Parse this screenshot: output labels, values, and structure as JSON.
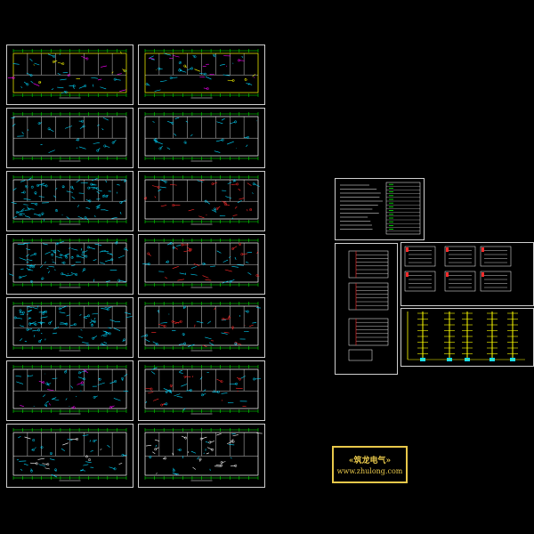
{
  "drawing": {
    "background": "#000000",
    "frame_color": "#cfcfcf",
    "colors": {
      "wall": "#00d8ff",
      "dimension": "#00ff00",
      "fixture": "#ff2a2a",
      "highlight": "#ffff00",
      "accent": "#ff00ff",
      "text": "#ffffff"
    }
  },
  "watermark": {
    "title": "«筑龙电气»",
    "url": "www.zhulong.com",
    "color": "#e8c84a"
  },
  "sheets": {
    "floor_plans_left": [
      {
        "name": "plan-sheet-1",
        "style": "colored"
      },
      {
        "name": "plan-sheet-2",
        "style": "sparse"
      },
      {
        "name": "plan-sheet-3",
        "style": "dense"
      },
      {
        "name": "plan-sheet-4",
        "style": "dense"
      },
      {
        "name": "plan-sheet-5",
        "style": "dense"
      },
      {
        "name": "plan-sheet-6",
        "style": "mixed"
      },
      {
        "name": "plan-sheet-7",
        "style": "roof"
      }
    ],
    "floor_plans_right": [
      {
        "name": "plan-sheet-8",
        "style": "colored"
      },
      {
        "name": "plan-sheet-9",
        "style": "sparse"
      },
      {
        "name": "plan-sheet-10",
        "style": "red"
      },
      {
        "name": "plan-sheet-11",
        "style": "red"
      },
      {
        "name": "plan-sheet-12",
        "style": "red"
      },
      {
        "name": "plan-sheet-13",
        "style": "red"
      },
      {
        "name": "plan-sheet-14",
        "style": "roof"
      }
    ]
  }
}
